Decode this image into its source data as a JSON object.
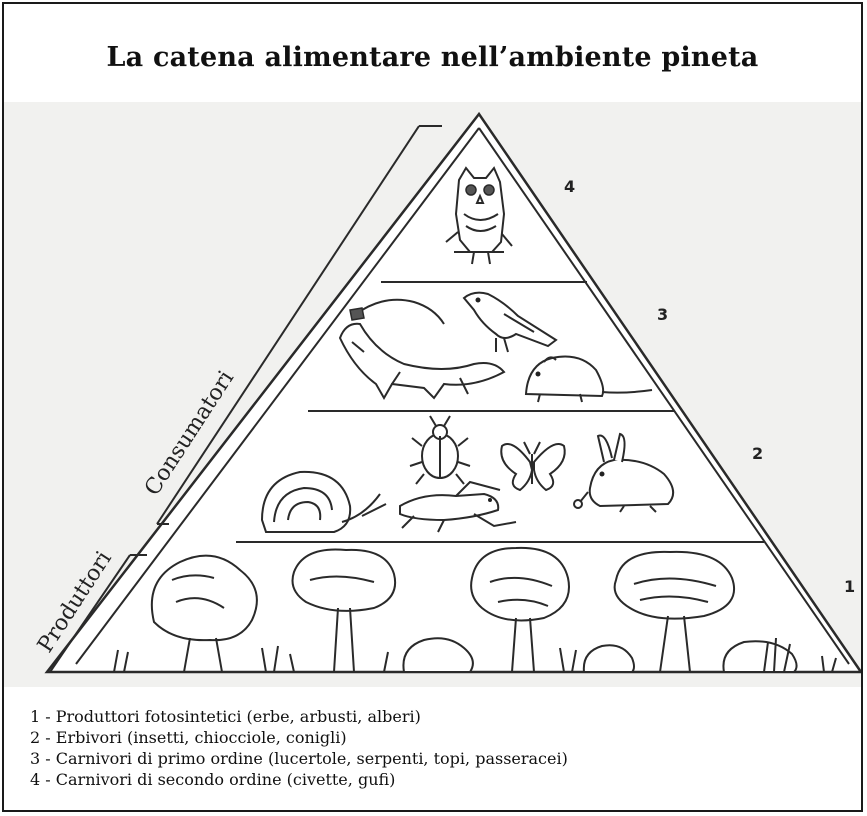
{
  "title": "La catena alimentare nell’ambiente pineta",
  "side_labels": {
    "consumers": "Consumatori",
    "producers": "Produttori"
  },
  "levels": [
    {
      "number": "4",
      "icon": "owl-icon"
    },
    {
      "number": "3",
      "icons": [
        "snake-icon",
        "lizard-icon",
        "bird-icon",
        "mouse-icon"
      ]
    },
    {
      "number": "2",
      "icons": [
        "snail-icon",
        "beetle-icon",
        "butterfly-icon",
        "grasshopper-icon",
        "rabbit-icon"
      ]
    },
    {
      "number": "1",
      "icons": [
        "tree-icon",
        "shrub-icon",
        "grass-icon"
      ]
    }
  ],
  "legend": [
    "1 - Produttori fotosintetici (erbe, arbusti, alberi)",
    "2 - Erbivori (insetti, chiocciole, conigli)",
    "3 - Carnivori di primo ordine (lucertole, serpenti, topi, passeracei)",
    "4 - Carnivori di secondo ordine (civette, gufi)"
  ],
  "colors": {
    "line": "#2a2a2a",
    "band_background": "#f1f1ef"
  }
}
